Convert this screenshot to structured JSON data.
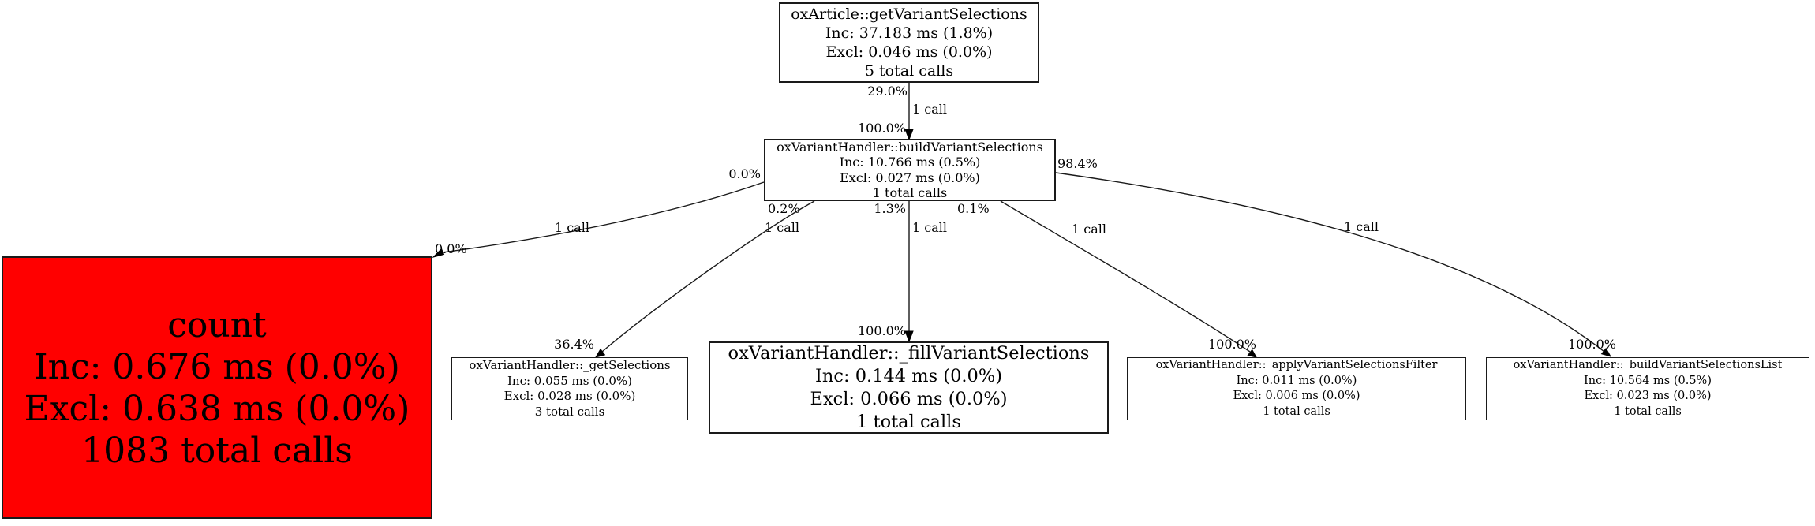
{
  "diagram": {
    "type": "profiler-call-graph",
    "nodes": {
      "root": {
        "title": "oxArticle::getVariantSelections",
        "inc": "Inc: 37.183 ms (1.8%)",
        "excl": "Excl: 0.046 ms (0.0%)",
        "calls": "5 total calls"
      },
      "build": {
        "title": "oxVariantHandler::buildVariantSelections",
        "inc": "Inc: 10.766 ms (0.5%)",
        "excl": "Excl: 0.027 ms (0.0%)",
        "calls": "1 total calls"
      },
      "count": {
        "title": "count",
        "inc": "Inc: 0.676 ms (0.0%)",
        "excl": "Excl: 0.638 ms (0.0%)",
        "calls": "1083 total calls"
      },
      "getsel": {
        "title": "oxVariantHandler::_getSelections",
        "inc": "Inc: 0.055 ms (0.0%)",
        "excl": "Excl: 0.028 ms (0.0%)",
        "calls": "3 total calls"
      },
      "fillvs": {
        "title": "oxVariantHandler::_fillVariantSelections",
        "inc": "Inc: 0.144 ms (0.0%)",
        "excl": "Excl: 0.066 ms (0.0%)",
        "calls": "1 total calls"
      },
      "applyf": {
        "title": "oxVariantHandler::_applyVariantSelectionsFilter",
        "inc": "Inc: 0.011 ms (0.0%)",
        "excl": "Excl: 0.006 ms (0.0%)",
        "calls": "1 total calls"
      },
      "buildl": {
        "title": "oxVariantHandler::_buildVariantSelectionsList",
        "inc": "Inc: 10.564 ms (0.5%)",
        "excl": "Excl: 0.023 ms (0.0%)",
        "calls": "1 total calls"
      }
    },
    "edges": {
      "root_to_build": {
        "tail": "29.0%",
        "mid": "1 call",
        "head": "100.0%"
      },
      "build_to_count": {
        "tail": "0.0%",
        "mid": "1 call",
        "head": "0.0%"
      },
      "build_to_getsel": {
        "tail": "0.2%",
        "mid": "1 call",
        "head": "36.4%"
      },
      "build_to_fillvs": {
        "tail": "1.3%",
        "mid": "1 call",
        "head": "100.0%"
      },
      "build_to_applyf": {
        "tail": "0.1%",
        "mid": "1 call",
        "head": "100.0%"
      },
      "build_to_buildl": {
        "tail": "98.4%",
        "mid": "1 call",
        "head": "100.0%"
      }
    },
    "colors": {
      "background": "#ffffff",
      "node_border": "#1a1a1a",
      "edge_stroke": "#1a1a1a",
      "text": "#000000",
      "count_fill": "#ff0000"
    }
  }
}
